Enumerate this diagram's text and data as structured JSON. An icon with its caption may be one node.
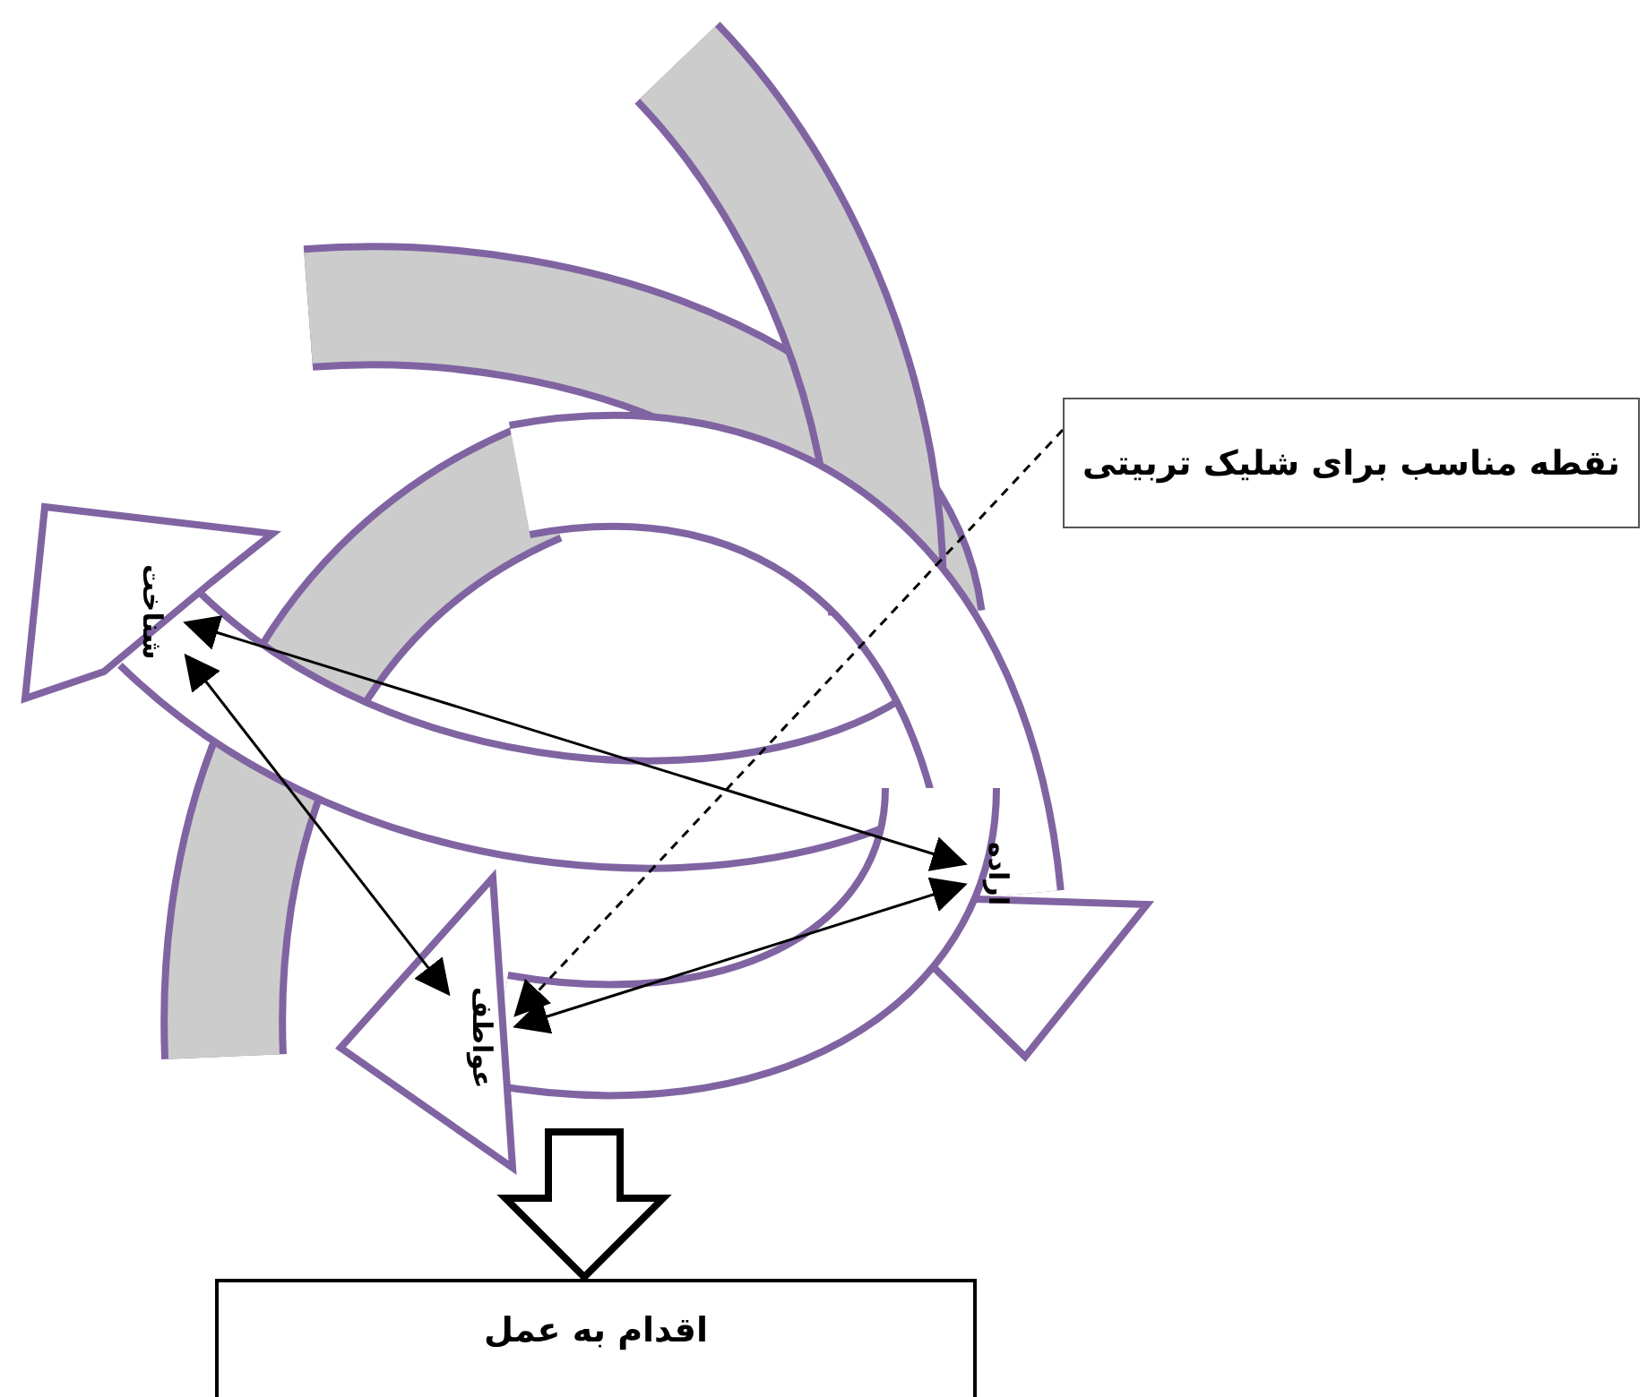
{
  "diagram": {
    "nodes": [
      {
        "text": [
          "نقطه مناسب برای شلیک تربیتی"
        ]
      },
      {
        "text": [
          "شناخت"
        ]
      },
      {
        "text": [
          "اراده"
        ]
      },
      {
        "text": [
          "عواطف"
        ]
      },
      {
        "text": [
          "اقدام به عمل"
        ]
      }
    ],
    "edges": [
      {
        "from": 1,
        "to": 2,
        "arrow": "both"
      },
      {
        "from": 1,
        "to": 3,
        "arrow": "both"
      },
      {
        "from": 3,
        "to": 2,
        "arrow": "both"
      },
      {
        "from": 0,
        "to": 3,
        "arrow": "to",
        "style": "dashed"
      },
      {
        "from": 3,
        "to": 4,
        "arrow": "to",
        "style": "thick"
      }
    ]
  }
}
